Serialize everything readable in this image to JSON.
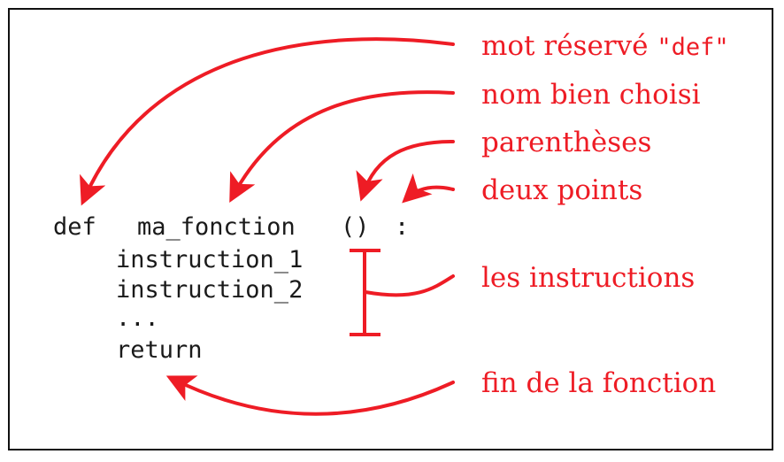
{
  "code": {
    "keyword": "def",
    "function_name": "ma_fonction",
    "parens": "()",
    "colon": ":",
    "line1": "instruction_1",
    "line2": "instruction_2",
    "ellipsis": "...",
    "return_kw": "return"
  },
  "labels": {
    "reserved_prefix": "mot réservé ",
    "reserved_word": "\"def\"",
    "name": "nom bien choisi",
    "parens": "parenthèses",
    "colon": "deux points",
    "instructions": "les instructions",
    "end": "fin de la fonction"
  },
  "colors": {
    "accent": "#ee1c25",
    "text": "#1a1a1a",
    "border": "#111111"
  }
}
